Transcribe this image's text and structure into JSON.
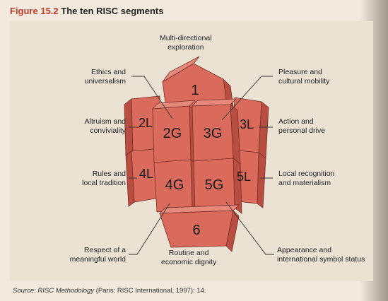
{
  "figure": {
    "number": "Figure 15.2",
    "title": "The ten RISC segments"
  },
  "segments": {
    "s1": "1",
    "s2L": "2L",
    "s2G": "2G",
    "s3G": "3G",
    "s3L": "3L",
    "s4L": "4L",
    "s4G": "4G",
    "s5G": "5G",
    "s5L": "5L",
    "s6": "6"
  },
  "labels": {
    "top": [
      "Multi-directional",
      "exploration"
    ],
    "ethics": [
      "Ethics and",
      "universalism"
    ],
    "pleasure": [
      "Pleasure and",
      "cultural mobility"
    ],
    "altruism": [
      "Altruism and",
      "conviviality"
    ],
    "action": [
      "Action and",
      "personal drive"
    ],
    "rules": [
      "Rules and",
      "local tradition"
    ],
    "recognition": [
      "Local recognition",
      "and materialism"
    ],
    "respect": [
      "Respect of a",
      "meaningful world"
    ],
    "routine": [
      "Routine and",
      "economic dignity"
    ],
    "appearance": [
      "Appearance and",
      "international symbol status"
    ]
  },
  "colors": {
    "face": "#d96a5c",
    "side": "#b84e42",
    "top": "#e58a7b",
    "edge": "#7a2e24"
  },
  "source": {
    "prefix": "Source:",
    "title": "RISC Methodology",
    "rest": "(Paris: RISC International, 1997): 14."
  }
}
